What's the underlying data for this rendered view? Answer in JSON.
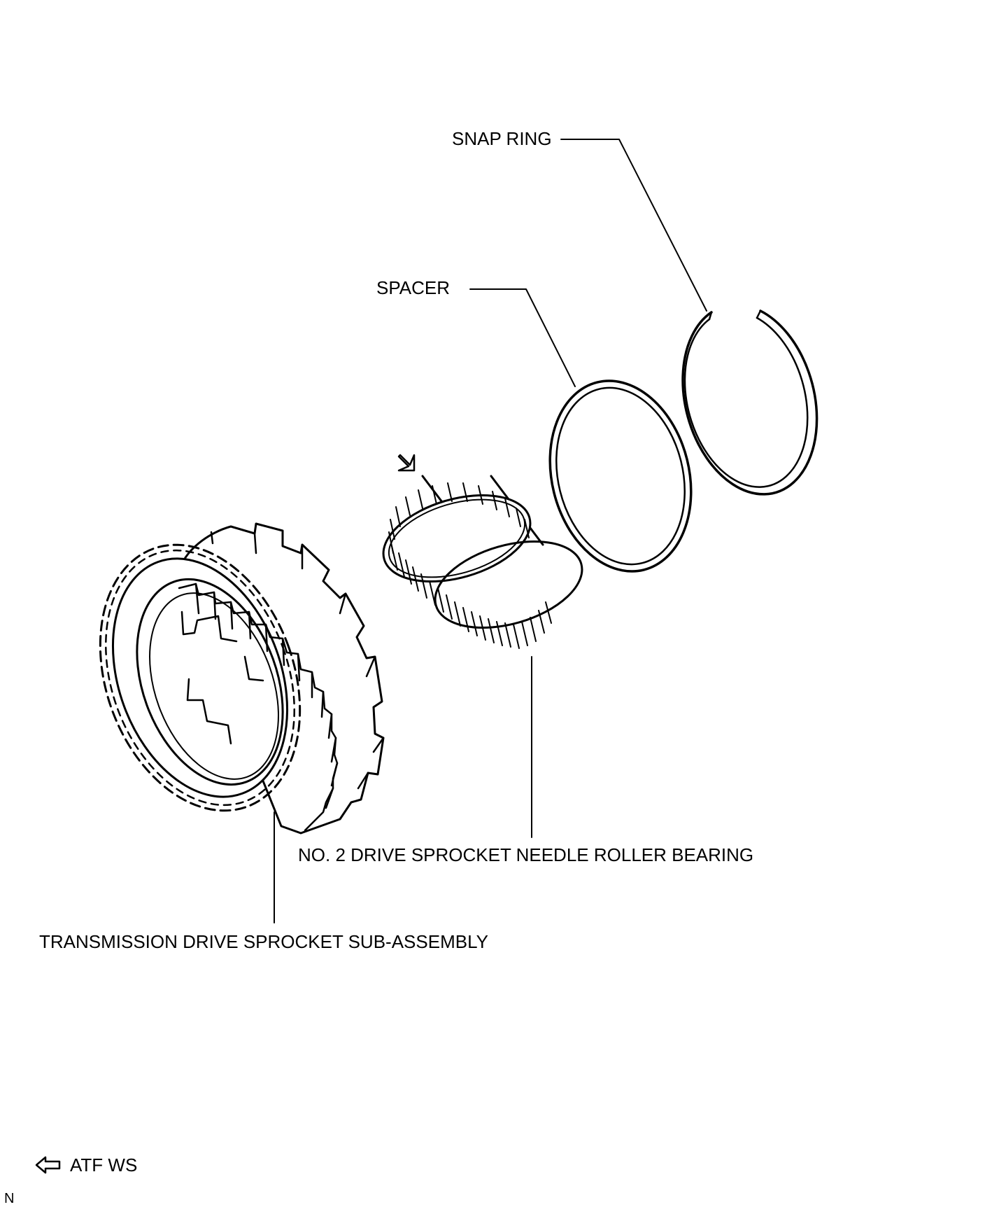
{
  "labels": {
    "snap_ring": "SNAP RING",
    "spacer": "SPACER",
    "bearing": "NO. 2  DRIVE SPROCKET NEEDLE ROLLER BEARING",
    "sprocket": "TRANSMISSION DRIVE SPROCKET SUB-ASSEMBLY"
  },
  "legend": {
    "icon": "hollow-arrow-left-icon",
    "text": "ATF WS"
  },
  "corner_code": "N",
  "colors": {
    "ink": "#000000",
    "paper": "#ffffff"
  }
}
